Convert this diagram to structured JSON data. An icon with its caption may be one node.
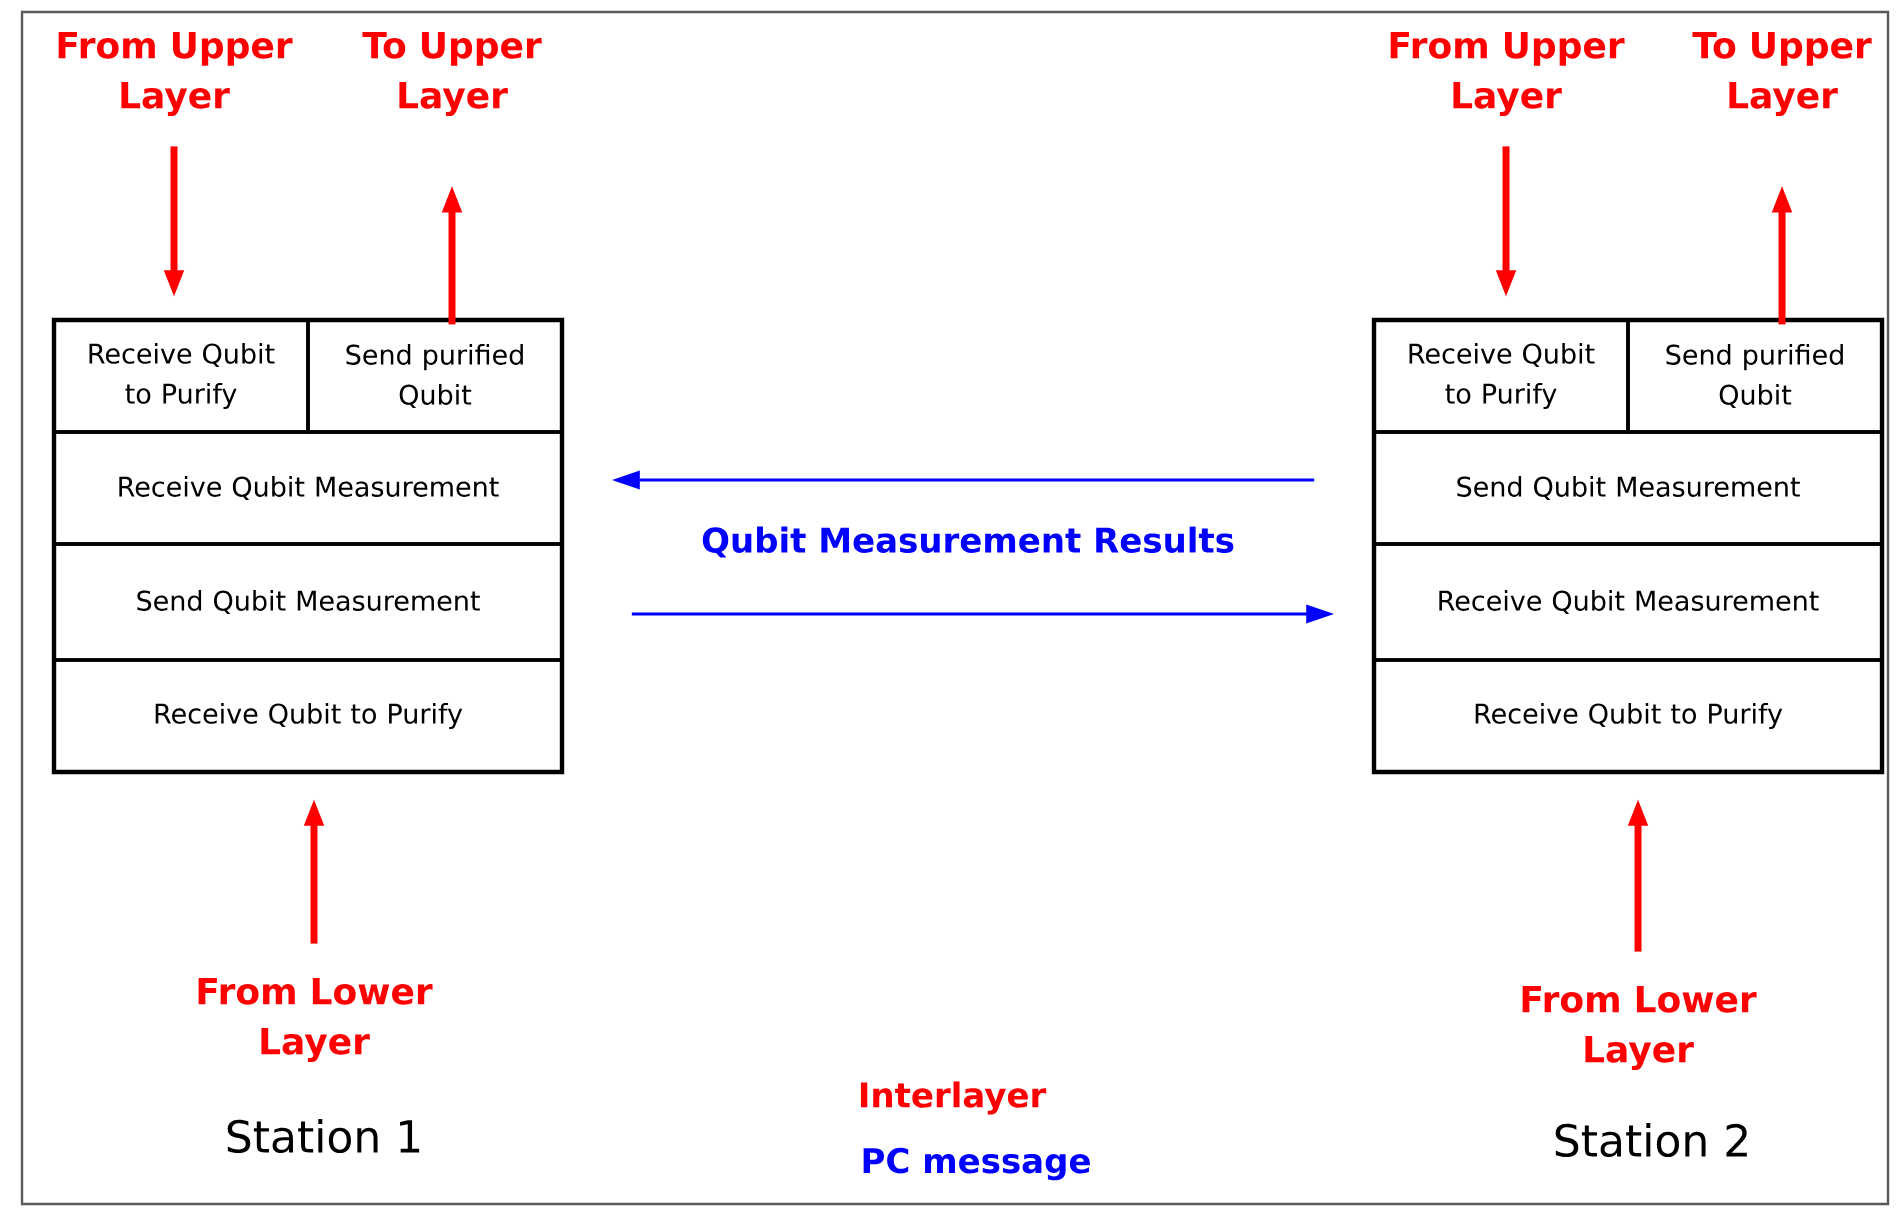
{
  "diagram": {
    "nodes": [
      {
        "text": [
          "From Upper Layer"
        ]
      },
      {
        "text": [
          "To Upper Layer"
        ]
      },
      {
        "text": [
          "From Upper Layer"
        ]
      },
      {
        "text": [
          "To Upper Layer"
        ]
      },
      {
        "text": [],
        "shape": "box"
      },
      {
        "text": [
          "Receive Qubit to Purify"
        ],
        "in": 4
      },
      {
        "text": [
          "Send purified Qubit"
        ],
        "in": 4
      },
      {
        "text": [
          "Receive Qubit Measurement"
        ],
        "in": 4
      },
      {
        "text": [
          "Send Qubit Measurement"
        ],
        "in": 4
      },
      {
        "text": [
          "Receive Qubit to Purify"
        ],
        "in": 4
      },
      {
        "text": [],
        "shape": "box"
      },
      {
        "text": [
          "Receive Qubit to Purify"
        ],
        "in": 10
      },
      {
        "text": [
          "Send purified Qubit"
        ],
        "in": 10
      },
      {
        "text": [
          "Send Qubit Measurement"
        ],
        "in": 10
      },
      {
        "text": [
          "Receive Qubit Measurement"
        ],
        "in": 10
      },
      {
        "text": [
          "Receive Qubit to Purify"
        ],
        "in": 10
      },
      {
        "text": [
          "From Lower Layer"
        ]
      },
      {
        "text": [
          "From Lower Layer"
        ]
      }
    ],
    "edges": [
      {
        "from": 0,
        "to": 5,
        "arrow": "to"
      },
      {
        "from": 6,
        "to": 1,
        "arrow": "to"
      },
      {
        "from": 2,
        "to": 11,
        "arrow": "to"
      },
      {
        "from": 12,
        "to": 3,
        "arrow": "to"
      },
      {
        "from": 16,
        "to": 9,
        "arrow": "to"
      },
      {
        "from": 17,
        "to": 15,
        "arrow": "to"
      },
      {
        "from": 13,
        "to": 7,
        "arrow": "to",
        "color": "#0000ff",
        "label": "Qubit Measurement Results"
      },
      {
        "from": 8,
        "to": 14,
        "arrow": "to",
        "color": "#0000ff"
      }
    ],
    "labels": [
      "Station 1",
      "Station 2"
    ],
    "legend": [
      {
        "text": "Interlayer",
        "color": "#ff0000"
      },
      {
        "text": "PC message",
        "color": "#0000ff"
      }
    ]
  }
}
